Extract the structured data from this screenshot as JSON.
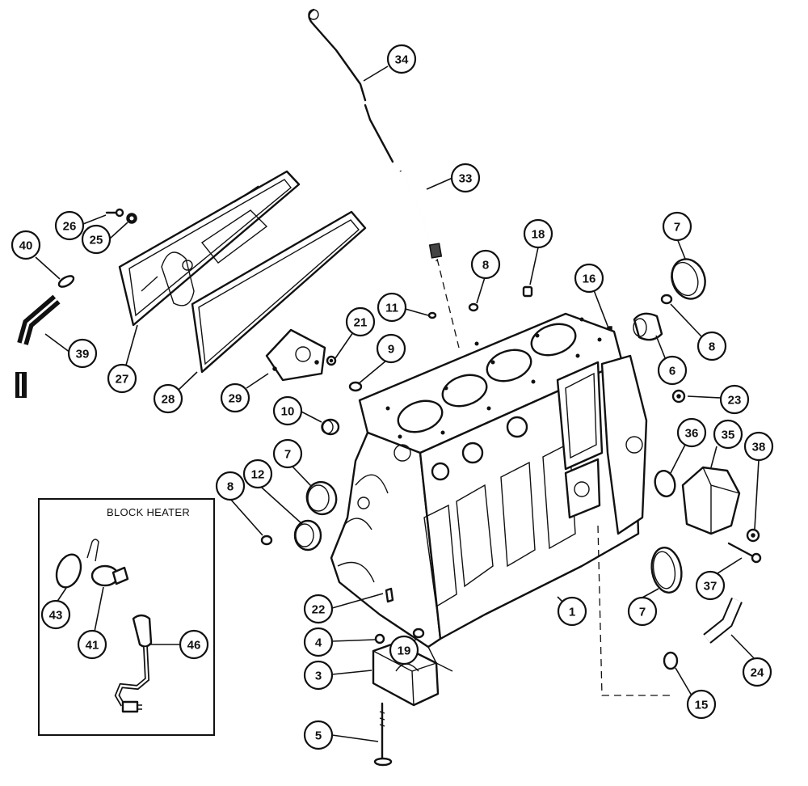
{
  "inset": {
    "title": "BLOCK HEATER"
  },
  "callouts": [
    {
      "id": "c34",
      "label": "34"
    },
    {
      "id": "c33",
      "label": "33"
    },
    {
      "id": "c26",
      "label": "26"
    },
    {
      "id": "c25",
      "label": "25"
    },
    {
      "id": "c40",
      "label": "40"
    },
    {
      "id": "c39",
      "label": "39"
    },
    {
      "id": "c27",
      "label": "27"
    },
    {
      "id": "c28",
      "label": "28"
    },
    {
      "id": "c29",
      "label": "29"
    },
    {
      "id": "c11",
      "label": "11"
    },
    {
      "id": "c21",
      "label": "21"
    },
    {
      "id": "c9",
      "label": "9"
    },
    {
      "id": "c10",
      "label": "10"
    },
    {
      "id": "c8a",
      "label": "8"
    },
    {
      "id": "c18",
      "label": "18"
    },
    {
      "id": "c16",
      "label": "16"
    },
    {
      "id": "c7a",
      "label": "7"
    },
    {
      "id": "c8b",
      "label": "8"
    },
    {
      "id": "c6",
      "label": "6"
    },
    {
      "id": "c23",
      "label": "23"
    },
    {
      "id": "c36",
      "label": "36"
    },
    {
      "id": "c35",
      "label": "35"
    },
    {
      "id": "c38",
      "label": "38"
    },
    {
      "id": "c7b",
      "label": "7"
    },
    {
      "id": "c12",
      "label": "12"
    },
    {
      "id": "c8c",
      "label": "8"
    },
    {
      "id": "c37",
      "label": "37"
    },
    {
      "id": "c7c",
      "label": "7"
    },
    {
      "id": "c1",
      "label": "1"
    },
    {
      "id": "c22",
      "label": "22"
    },
    {
      "id": "c4",
      "label": "4"
    },
    {
      "id": "c19",
      "label": "19"
    },
    {
      "id": "c3",
      "label": "3"
    },
    {
      "id": "c5",
      "label": "5"
    },
    {
      "id": "c24",
      "label": "24"
    },
    {
      "id": "c15",
      "label": "15"
    },
    {
      "id": "c43",
      "label": "43"
    },
    {
      "id": "c41",
      "label": "41"
    },
    {
      "id": "c46",
      "label": "46"
    }
  ]
}
